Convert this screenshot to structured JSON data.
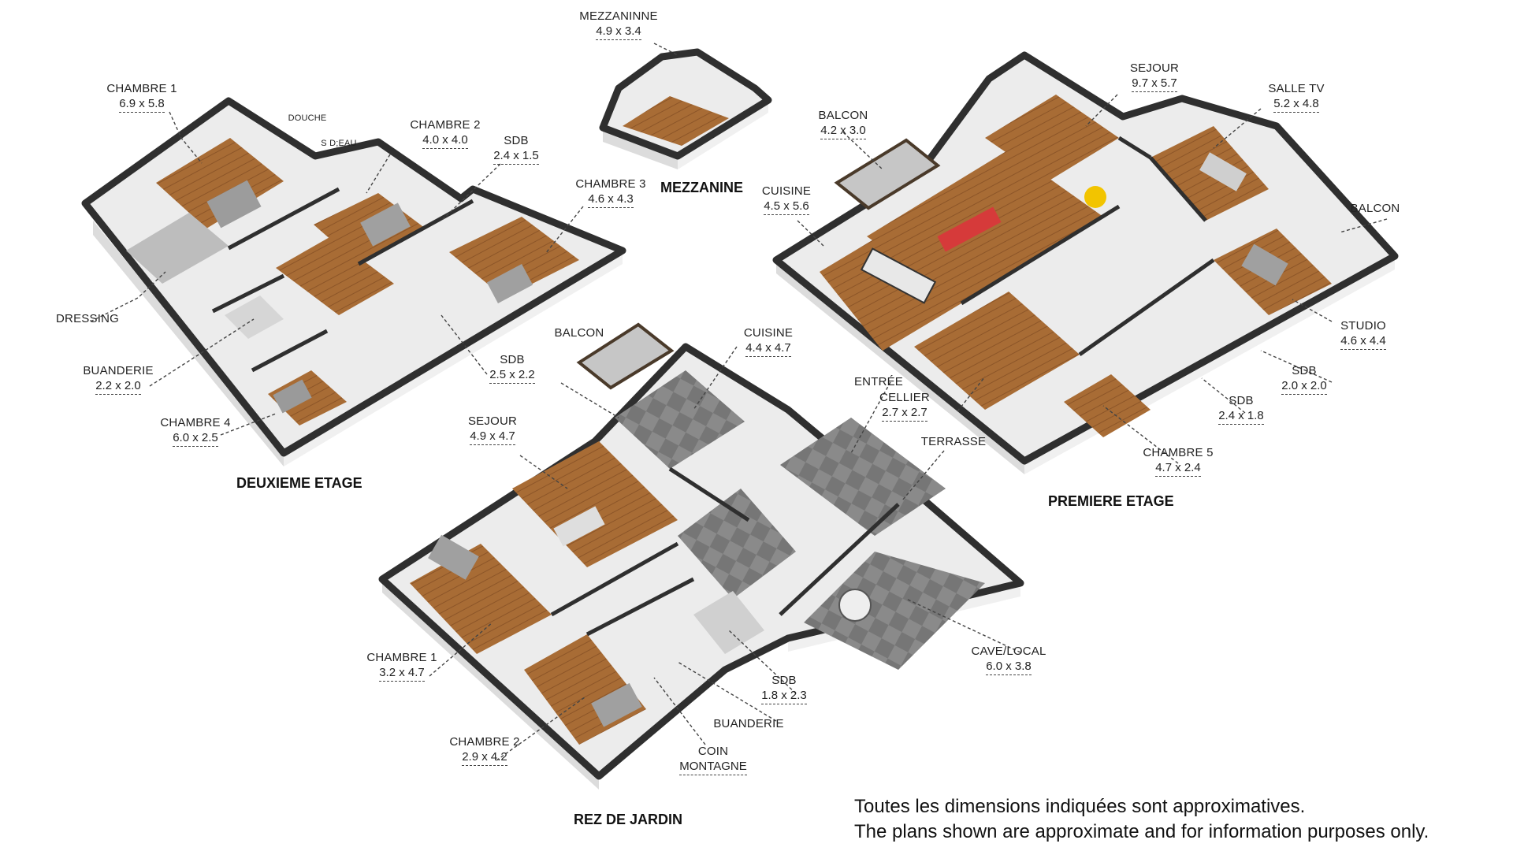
{
  "floors": [
    {
      "id": "deuxieme",
      "title": "DEUXIEME ETAGE"
    },
    {
      "id": "mezzanine",
      "title": "MEZZANINE"
    },
    {
      "id": "premiere",
      "title": "PREMIERE ETAGE"
    },
    {
      "id": "rez",
      "title": "REZ DE JARDIN"
    }
  ],
  "rooms": [
    {
      "key": "chambre1_2e",
      "name": "CHAMBRE 1",
      "dims": "6.9 x 5.8"
    },
    {
      "key": "douche",
      "name": "DOUCHE",
      "dims": ""
    },
    {
      "key": "sdeau",
      "name": "S D;EAU",
      "dims": ""
    },
    {
      "key": "chambre2_2e",
      "name": "CHAMBRE 2",
      "dims": "4.0 x 4.0"
    },
    {
      "key": "sdb_2e_a",
      "name": "SDB",
      "dims": "2.4 x 1.5"
    },
    {
      "key": "chambre3",
      "name": "CHAMBRE 3",
      "dims": "4.6 x 4.3"
    },
    {
      "key": "dressing",
      "name": "DRESSING",
      "dims": ""
    },
    {
      "key": "buanderie_2e",
      "name": "BUANDERIE",
      "dims": "2.2 x 2.0"
    },
    {
      "key": "sdb_2e_b",
      "name": "SDB",
      "dims": "2.5 x 2.2"
    },
    {
      "key": "chambre4",
      "name": "CHAMBRE 4",
      "dims": "6.0 x 2.5"
    },
    {
      "key": "mezzaninne",
      "name": "MEZZANINNE",
      "dims": "4.9 x 3.4"
    },
    {
      "key": "balcon_1_a",
      "name": "BALCON",
      "dims": "4.2 x 3.0"
    },
    {
      "key": "sejour_1",
      "name": "SEJOUR",
      "dims": "9.7 x 5.7"
    },
    {
      "key": "salletv",
      "name": "SALLE TV",
      "dims": "5.2 x 4.8"
    },
    {
      "key": "cuisine_1",
      "name": "CUISINE",
      "dims": "4.5 x 5.6"
    },
    {
      "key": "balcon_1_b",
      "name": "BALCON",
      "dims": ""
    },
    {
      "key": "studio",
      "name": "STUDIO",
      "dims": "4.6 x 4.4"
    },
    {
      "key": "sdb_1_a",
      "name": "SDB",
      "dims": "2.0 x 2.0"
    },
    {
      "key": "sdb_1_b",
      "name": "SDB",
      "dims": "2.4 x 1.8"
    },
    {
      "key": "cellier",
      "name": "CELLIER",
      "dims": "2.7 x 2.7"
    },
    {
      "key": "chambre5",
      "name": "CHAMBRE 5",
      "dims": "4.7 x 2.4"
    },
    {
      "key": "balcon_r",
      "name": "BALCON",
      "dims": ""
    },
    {
      "key": "cuisine_r",
      "name": "CUISINE",
      "dims": "4.4 x 4.7"
    },
    {
      "key": "entree",
      "name": "ENTRÉE",
      "dims": ""
    },
    {
      "key": "terrasse",
      "name": "TERRASSE",
      "dims": ""
    },
    {
      "key": "sejour_r",
      "name": "SEJOUR",
      "dims": "4.9 x 4.7"
    },
    {
      "key": "chambre1_r",
      "name": "CHAMBRE 1",
      "dims": "3.2 x 4.7"
    },
    {
      "key": "chambre2_r",
      "name": "CHAMBRE 2",
      "dims": "2.9 x 4.2"
    },
    {
      "key": "cave",
      "name": "CAVE/LOCAL",
      "dims": "6.0 x 3.8"
    },
    {
      "key": "sdb_r",
      "name": "SDB",
      "dims": "1.8 x 2.3"
    },
    {
      "key": "buanderie_r",
      "name": "BUANDERIE",
      "dims": ""
    },
    {
      "key": "coin",
      "name": "COIN",
      "dims": "MONTAGNE"
    }
  ],
  "disclaimer": {
    "fr": "Toutes les dimensions indiquées sont approximatives.",
    "en": "The plans shown are approximate and for information purposes only."
  },
  "colors": {
    "wall": "#2f2f2f",
    "wall_side": "#e9e9e9",
    "wood": "#a36a36",
    "tile": "#7d7d7d",
    "leader": "#444444"
  }
}
